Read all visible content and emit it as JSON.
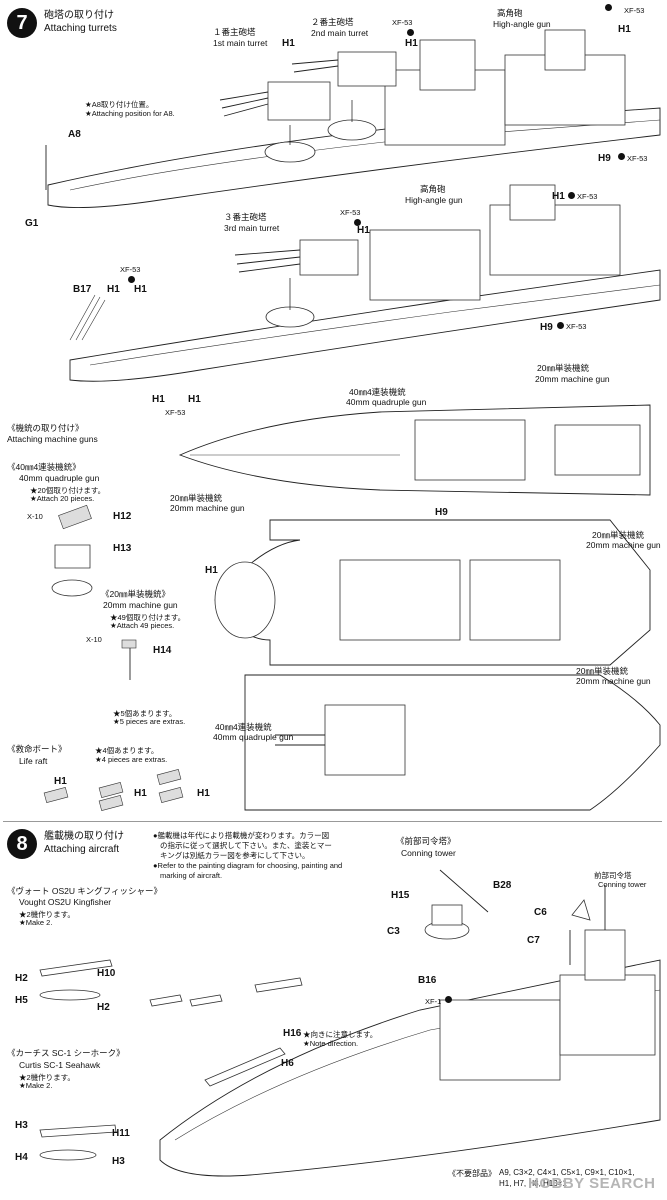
{
  "step7": {
    "number": "7",
    "title_jp": "砲塔の取り付け",
    "title_en": "Attaching turrets",
    "turret1_jp": "１番主砲塔",
    "turret1_en": "1st main turret",
    "turret2_jp": "２番主砲塔",
    "turret2_en": "2nd main turret",
    "turret3_jp": "３番主砲塔",
    "turret3_en": "3rd main turret",
    "high_angle_jp": "高角砲",
    "high_angle_en": "High-angle gun",
    "a8_note_jp": "★A8取り付け位置。",
    "a8_note_en": "★Attaching position for A8.",
    "parts": {
      "a8": "A8",
      "g1": "G1",
      "h1": "H1",
      "h9": "H9",
      "xf53": "XF-53",
      "b17": "B17"
    },
    "machine_guns": {
      "heading_jp": "《機銃の取り付け》",
      "heading_en": "Attaching machine guns",
      "quad_jp": "《40㎜4連装機銃》",
      "quad_en": "40mm quadruple gun",
      "quad_note_jp": "★20個取り付けます。",
      "quad_note_en": "★Attach 20 pieces.",
      "single_jp": "《20㎜単装機銃》",
      "single_en": "20mm machine gun",
      "single_note_jp": "★49個取り付けます。",
      "single_note_en": "★Attach 49 pieces.",
      "extras_jp": "★5個あまります。",
      "extras_en": "★5 pieces are extras.",
      "label_40mm_jp": "40㎜4連装機銃",
      "label_40mm_en": "40mm quadruple gun",
      "label_20mm_jp": "20㎜単装機銃",
      "label_20mm_en": "20mm machine gun",
      "x10": "X-10",
      "h12": "H12",
      "h13": "H13",
      "h14": "H14"
    },
    "liferaft": {
      "heading_jp": "《救命ボート》",
      "heading_en": "Life raft",
      "note_jp": "★4個あまります。",
      "note_en": "★4 pieces are extras."
    }
  },
  "step8": {
    "number": "8",
    "title_jp": "艦載機の取り付け",
    "title_en": "Attaching aircraft",
    "note_jp_1": "●艦載機は年代により搭載機が変わります。カラー図",
    "note_jp_2": "の指示に従って選択して下さい。また、塗装とマー",
    "note_jp_3": "キングは別紙カラー図を参考にして下さい。",
    "note_en_1": "●Refer to the painting diagram for choosing, painting and",
    "note_en_2": "marking of aircraft.",
    "conning_jp": "《前部司令塔》",
    "conning_en": "Conning tower",
    "conning2_jp": "前部司令塔",
    "conning2_en": "Conning tower",
    "vought_jp": "《ヴォート OS2U キングフィッシャー》",
    "vought_en": "Vought OS2U Kingfisher",
    "vought_make_jp": "★2機作ります。",
    "vought_make_en": "★Make 2.",
    "curtis_jp": "《カーチス SC-1 シーホーク》",
    "curtis_en": "Curtis SC-1 Seahawk",
    "curtis_make_jp": "★2機作ります。",
    "curtis_make_en": "★Make 2.",
    "direction_jp": "★向きに注意します。",
    "direction_en": "★Note direction.",
    "parts": {
      "h2": "H2",
      "h3": "H3",
      "h4": "H4",
      "h5": "H5",
      "h6": "H6",
      "h10": "H10",
      "h11": "H11",
      "h15": "H15",
      "h16": "H16",
      "b16": "B16",
      "b28": "B28",
      "c3": "C3",
      "c6": "C6",
      "c7": "C7",
      "xf1": "XF-1"
    },
    "unused_jp": "《不要部品》",
    "unused_line1": "A9, C3×2, C4×1, C5×1, C9×1, C10×1,",
    "unused_line2": "H1, H7, H8, H13×1"
  },
  "watermark": "HOBBY SEARCH"
}
